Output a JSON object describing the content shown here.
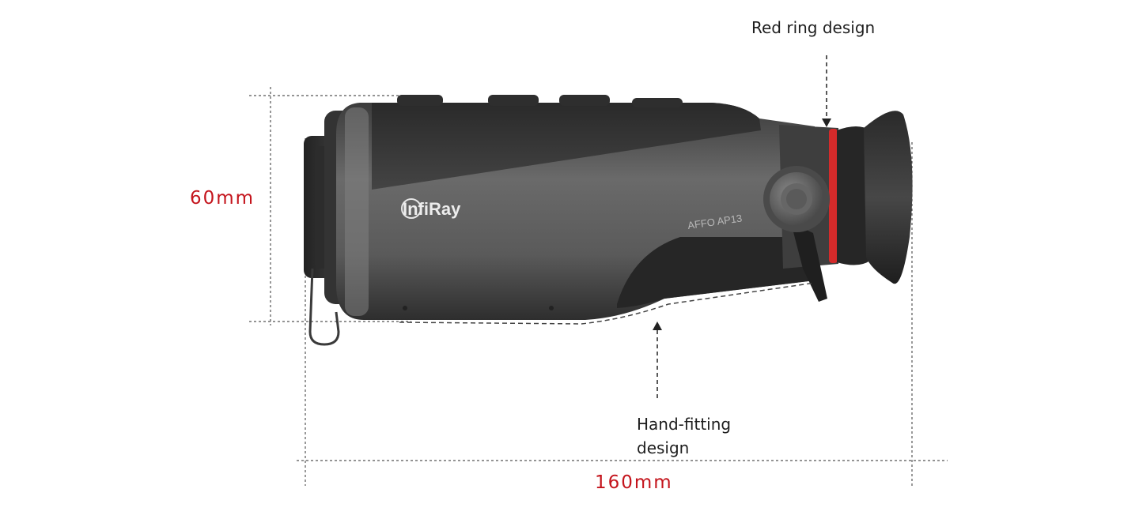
{
  "product": {
    "brand_logo_text": "InfiRay",
    "model_label": "AFFO AP13",
    "accent_red": "#d42a2a",
    "body_color": "#555555"
  },
  "annotations": {
    "red_ring": "Red ring design",
    "hand_fitting_line1": "Hand-fitting",
    "hand_fitting_line2": "design"
  },
  "dimensions": {
    "height": "60mm",
    "length": "160mm"
  }
}
